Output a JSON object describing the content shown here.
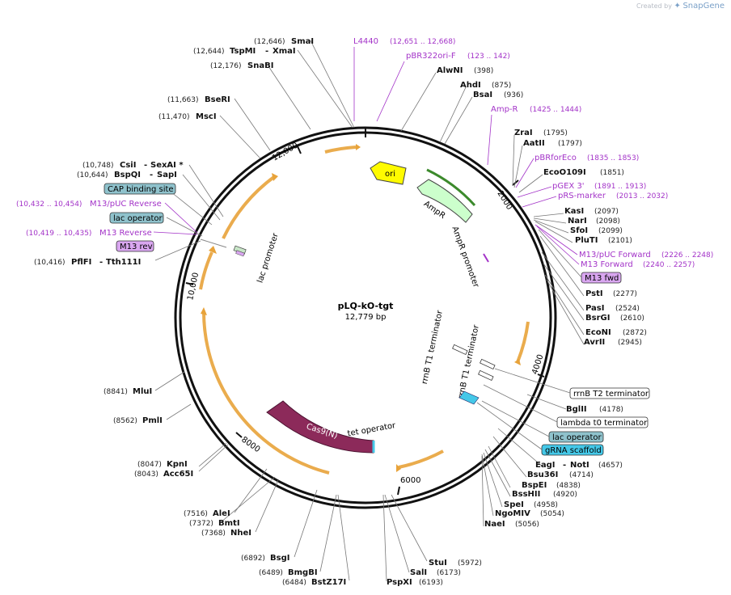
{
  "header": {
    "credit_prefix": "Created by",
    "credit_brand": "SnapGene"
  },
  "plasmid": {
    "name": "pLQ-kO-tgt",
    "length": "12,779 bp"
  },
  "ticks": [
    {
      "label": "2000"
    },
    {
      "label": "4000"
    },
    {
      "label": "6000"
    },
    {
      "label": "8000"
    },
    {
      "label": "10,000"
    },
    {
      "label": "12,000"
    }
  ],
  "features": [
    {
      "label": "ori",
      "color": "#fffb00"
    },
    {
      "label": "AmpR",
      "color": "#ccffcc"
    },
    {
      "label": "Cas9(N)",
      "color": "#8c2a5a"
    },
    {
      "label": "AmpR promoter",
      "color": "#ffffff"
    },
    {
      "label": "lac promoter",
      "color": "#ffffff"
    },
    {
      "label": "rrnB T1 terminator",
      "color": "#ffffff"
    },
    {
      "label": "rrnB T1 terminator",
      "color": "#ffffff"
    },
    {
      "label": "tet operator",
      "color": "#ffffff"
    }
  ],
  "sites_left": [
    {
      "pos": "(12,646)",
      "name": "SmaI"
    },
    {
      "pos": "(12,644)",
      "name": "TspMI",
      "name2": "XmaI"
    },
    {
      "pos": "(12,176)",
      "name": "SnaBI"
    },
    {
      "pos": "(11,663)",
      "name": "BseRI"
    },
    {
      "pos": "(11,470)",
      "name": "MscI"
    },
    {
      "pos": "(10,748)",
      "name": "CsiI",
      "name2": "SexAI *"
    },
    {
      "pos": "(10,644)",
      "name": "BspQI",
      "name2": "SapI"
    },
    {
      "pos": "(10,416)",
      "name": "PflFI",
      "name2": "Tth111I"
    },
    {
      "pos": "(8841)",
      "name": "MluI"
    },
    {
      "pos": "(8562)",
      "name": "PmlI"
    },
    {
      "pos": "(8047)",
      "name": "KpnI"
    },
    {
      "pos": "(8043)",
      "name": "Acc65I"
    },
    {
      "pos": "(7516)",
      "name": "AleI"
    },
    {
      "pos": "(7372)",
      "name": "BmtI"
    },
    {
      "pos": "(7368)",
      "name": "NheI"
    },
    {
      "pos": "(6892)",
      "name": "BsgI"
    },
    {
      "pos": "(6489)",
      "name": "BmgBI"
    },
    {
      "pos": "(6484)",
      "name": "BstZ17I"
    }
  ],
  "sites_right": [
    {
      "name": "AlwNI",
      "pos": "(398)"
    },
    {
      "name": "AhdI",
      "pos": "(875)"
    },
    {
      "name": "BsaI",
      "pos": "(936)"
    },
    {
      "name": "ZraI",
      "pos": "(1795)"
    },
    {
      "name": "AatII",
      "pos": "(1797)"
    },
    {
      "name": "EcoO109I",
      "pos": "(1851)"
    },
    {
      "name": "KasI",
      "pos": "(2097)"
    },
    {
      "name": "NarI",
      "pos": "(2098)"
    },
    {
      "name": "SfoI",
      "pos": "(2099)"
    },
    {
      "name": "PluTI",
      "pos": "(2101)"
    },
    {
      "name": "PstI",
      "pos": "(2277)"
    },
    {
      "name": "PasI",
      "pos": "(2524)"
    },
    {
      "name": "BsrGI",
      "pos": "(2610)"
    },
    {
      "name": "EcoNI",
      "pos": "(2872)"
    },
    {
      "name": "AvrII",
      "pos": "(2945)"
    },
    {
      "name": "BglII",
      "pos": "(4178)"
    },
    {
      "name": "EagI",
      "name2": "NotI",
      "pos": "(4657)"
    },
    {
      "name": "Bsu36I",
      "pos": "(4714)"
    },
    {
      "name": "BspEI",
      "pos": "(4838)"
    },
    {
      "name": "BssHII",
      "pos": "(4920)"
    },
    {
      "name": "SpeI",
      "pos": "(4958)"
    },
    {
      "name": "NgoMIV",
      "pos": "(5054)"
    },
    {
      "name": "NaeI",
      "pos": "(5056)"
    },
    {
      "name": "StuI",
      "pos": "(5972)"
    },
    {
      "name": "SalI",
      "pos": "(6173)"
    },
    {
      "name": "PspXI",
      "pos": "(6193)"
    }
  ],
  "primers": [
    {
      "name": "L4440",
      "pos": "(12,651 .. 12,668)"
    },
    {
      "name": "pBR322ori-F",
      "pos": "(123 .. 142)"
    },
    {
      "name": "Amp-R",
      "pos": "(1425 .. 1444)"
    },
    {
      "name": "pBRforEco",
      "pos": "(1835 .. 1853)"
    },
    {
      "name": "pGEX 3'",
      "pos": "(1891 .. 1913)"
    },
    {
      "name": "pRS-marker",
      "pos": "(2013 .. 2032)"
    },
    {
      "name": "M13/pUC Forward",
      "pos": "(2226 .. 2248)"
    },
    {
      "name": "M13 Forward",
      "pos": "(2240 .. 2257)"
    },
    {
      "name": "M13/pUC Reverse",
      "pos": "(10,432 .. 10,454)"
    },
    {
      "name": "M13 Reverse",
      "pos": "(10,419 .. 10,435)"
    }
  ],
  "boxed_labels": [
    {
      "text": "CAP binding site",
      "color": "#8fc2cc"
    },
    {
      "text": "lac operator",
      "color": "#8fc2cc"
    },
    {
      "text": "M13 rev",
      "color": "#d9a6f0"
    },
    {
      "text": "M13 fwd",
      "color": "#d9a6f0"
    },
    {
      "text": "rrnB T2 terminator",
      "color": "#ffffff"
    },
    {
      "text": "lambda t0 terminator",
      "color": "#ffffff"
    },
    {
      "text": "lac operator",
      "color": "#8fc2cc"
    },
    {
      "text": "gRNA scaffold",
      "color": "#44c8e8"
    }
  ]
}
